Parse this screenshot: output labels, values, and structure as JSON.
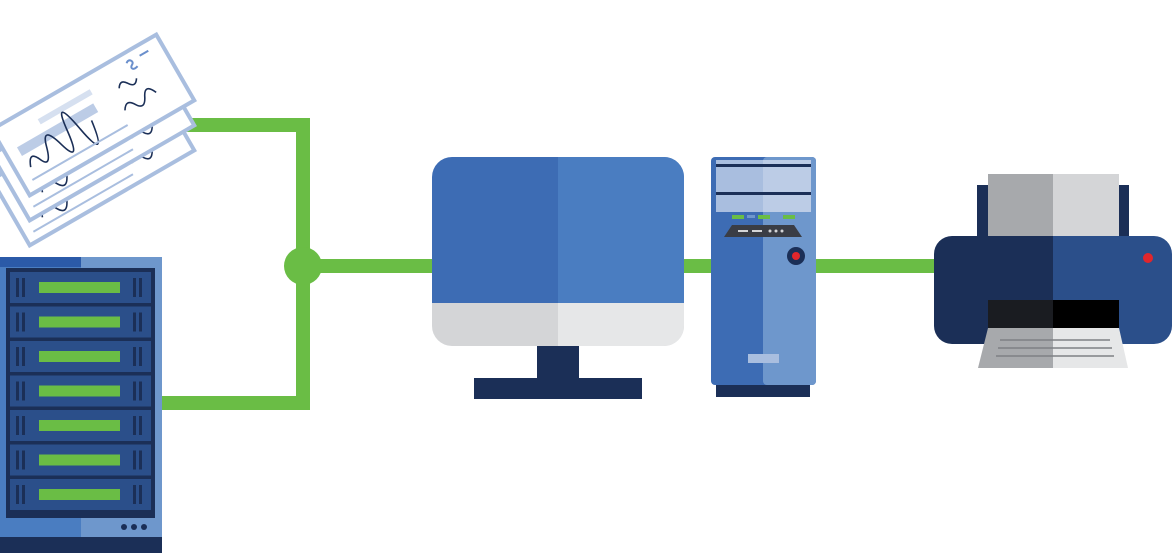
{
  "diagram": {
    "nodes": [
      {
        "id": "checks",
        "icon": "bank-checks-icon"
      },
      {
        "id": "server",
        "icon": "server-rack-icon"
      },
      {
        "id": "computer",
        "icon": "desktop-computer-icon"
      },
      {
        "id": "printer",
        "icon": "printer-icon"
      }
    ],
    "edges": [
      {
        "from": "checks",
        "to": "junction"
      },
      {
        "from": "server",
        "to": "junction"
      },
      {
        "from": "junction",
        "to": "computer"
      },
      {
        "from": "computer",
        "to": "printer"
      }
    ],
    "colors": {
      "connector": "#6ABD45",
      "navy": "#1B2F57",
      "blue": "#3D6CB4",
      "light_blue": "#4A7DC1",
      "pale_blue": "#A9BEDF",
      "gray": "#D4D5D7",
      "red": "#E1262C"
    }
  }
}
